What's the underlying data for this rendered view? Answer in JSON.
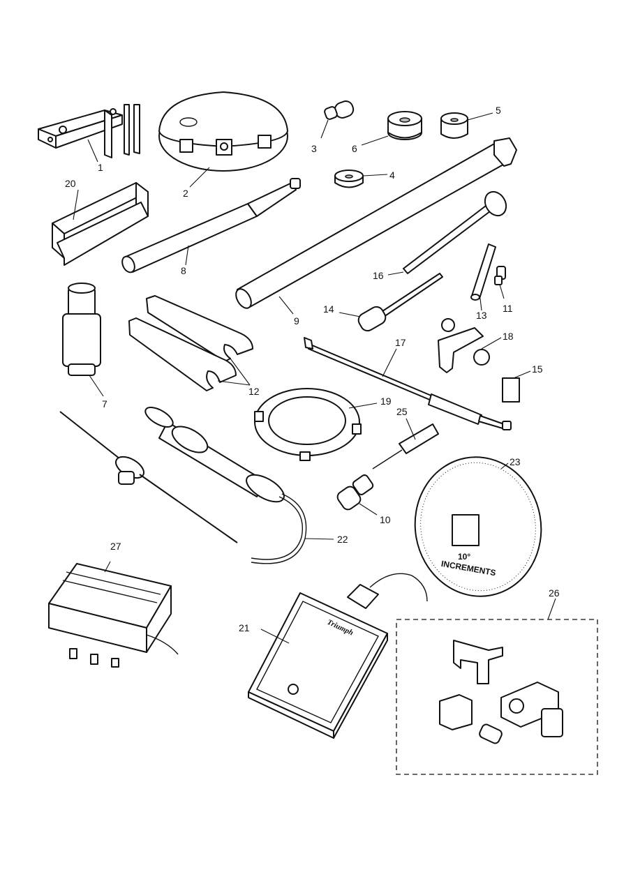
{
  "callouts": [
    {
      "id": "1",
      "label": "1"
    },
    {
      "id": "2",
      "label": "2"
    },
    {
      "id": "3",
      "label": "3"
    },
    {
      "id": "4",
      "label": "4"
    },
    {
      "id": "5",
      "label": "5"
    },
    {
      "id": "6",
      "label": "6"
    },
    {
      "id": "7",
      "label": "7"
    },
    {
      "id": "8",
      "label": "8"
    },
    {
      "id": "9",
      "label": "9"
    },
    {
      "id": "10",
      "label": "10"
    },
    {
      "id": "11",
      "label": "11"
    },
    {
      "id": "12",
      "label": "12"
    },
    {
      "id": "13",
      "label": "13"
    },
    {
      "id": "14",
      "label": "14"
    },
    {
      "id": "15",
      "label": "15"
    },
    {
      "id": "16",
      "label": "16"
    },
    {
      "id": "17",
      "label": "17"
    },
    {
      "id": "18",
      "label": "18"
    },
    {
      "id": "19",
      "label": "19"
    },
    {
      "id": "20",
      "label": "20"
    },
    {
      "id": "21",
      "label": "21"
    },
    {
      "id": "22",
      "label": "22"
    },
    {
      "id": "23",
      "label": "23"
    },
    {
      "id": "25",
      "label": "25"
    },
    {
      "id": "26",
      "label": "26"
    },
    {
      "id": "27",
      "label": "27"
    }
  ],
  "dial": {
    "line1": "10°",
    "line2": "INCREMENTS"
  },
  "tester": {
    "brand": "Triumph"
  }
}
